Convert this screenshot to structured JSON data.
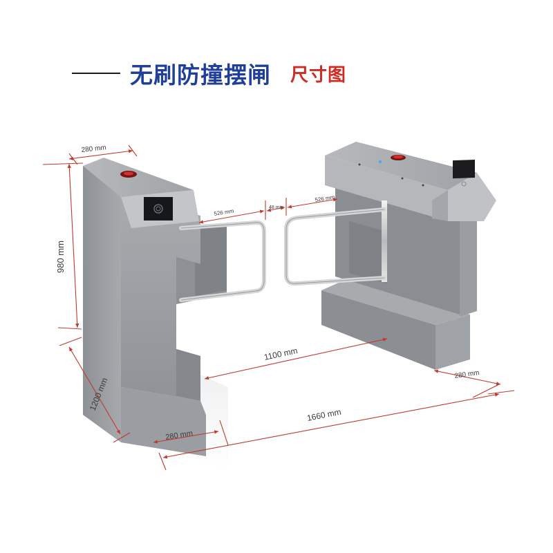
{
  "title": {
    "main": "无刷防撞摆闸",
    "sub": "尺寸图"
  },
  "dimensions": {
    "top_width": "280 mm",
    "height": "980 mm",
    "gap_left_arm": "526 mm",
    "gap_middle": "48 mm",
    "gap_right_arm": "526 mm",
    "passage": "1100 mm",
    "right_base": "280 mm",
    "depth": "1200 mm",
    "total_width": "1660 mm",
    "left_base": "280 mm"
  },
  "colors": {
    "title_blue": "#1f3f9a",
    "title_red": "#d12a22",
    "dimension_line": "#c0392b"
  }
}
